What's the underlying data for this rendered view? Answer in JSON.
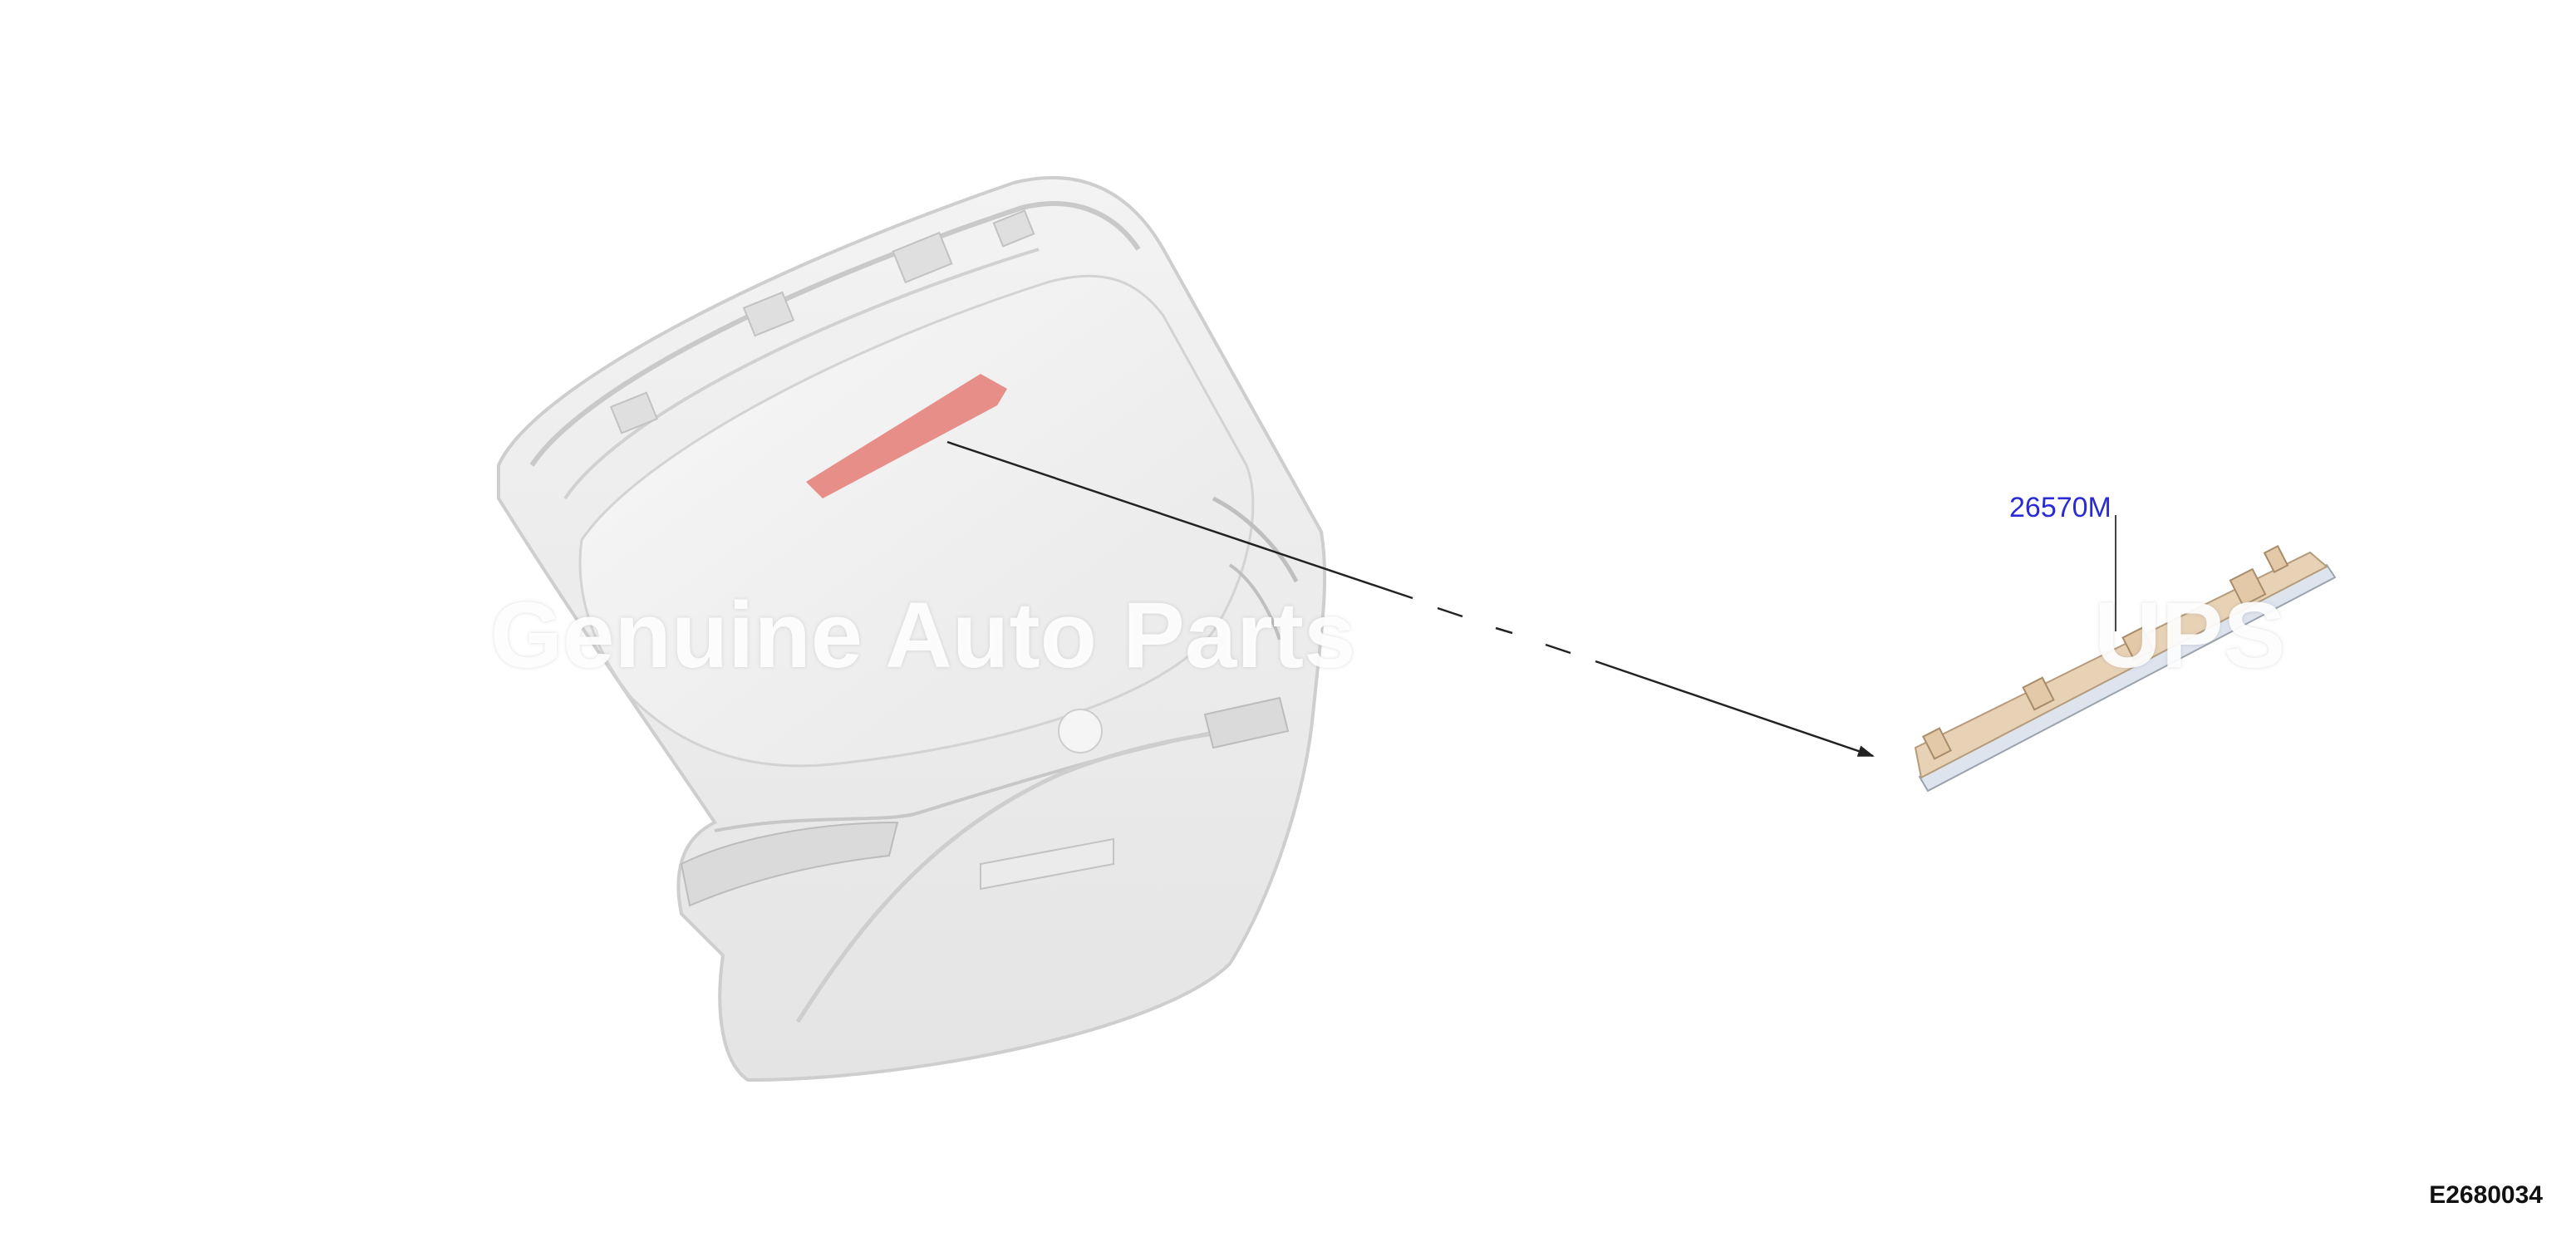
{
  "diagram": {
    "callouts": [
      {
        "label": "26570M",
        "color": "#2b2bd6"
      }
    ],
    "figure_id": "E2680034",
    "watermark": "Genuine Auto Parts",
    "watermark_right": "UPS"
  },
  "icons": {
    "liftgate": "liftgate-illustration-icon",
    "high_mount_stop_lamp": "high-mount-stop-lamp-icon",
    "arrow": "leader-arrow-icon"
  },
  "colors": {
    "highlight": "#e0534b",
    "lamp_body": "#e8d2b6",
    "lamp_lens": "#dde4ee",
    "outline": "#b8b8b8",
    "leader": "#222222"
  }
}
